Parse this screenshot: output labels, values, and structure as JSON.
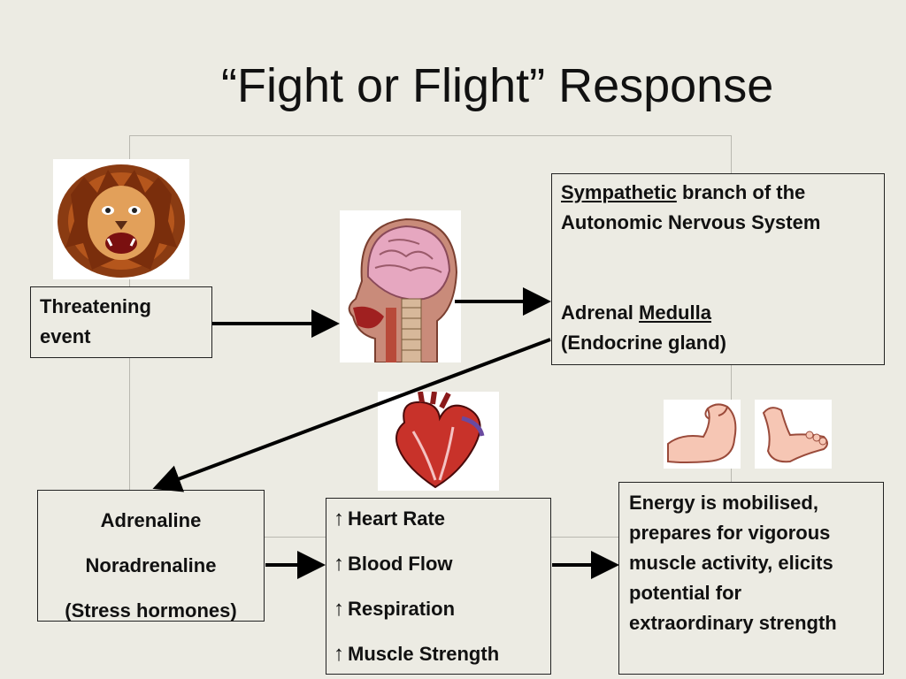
{
  "title": "“Fight or Flight” Response",
  "threat_box": {
    "line1": "Threatening",
    "line2": "event"
  },
  "nervous_box": {
    "sympathetic": "Sympathetic",
    "sympathetic_rest": " branch of the",
    "ans": "Autonomic Nervous System",
    "adrenal": "Adrenal ",
    "medulla": "Medulla",
    "endocrine": "(Endocrine gland)"
  },
  "hormones_box": {
    "line1": "Adrenaline",
    "line2": "Noradrenaline",
    "line3": "(Stress hormones)"
  },
  "effects_box": {
    "arrow_glyph": "↑",
    "items": [
      "Heart Rate",
      "Blood Flow",
      "Respiration",
      "Muscle Strength"
    ]
  },
  "energy_box": {
    "line1": "Energy is mobilised,",
    "line2": "prepares for vigorous",
    "line3": "muscle activity, elicits",
    "line4": "potential for",
    "line5": "extraordinary strength"
  },
  "icons": {
    "lion": "lion-icon",
    "head": "head-anatomy-icon",
    "heart": "heart-icon",
    "arm": "flexed-arm-icon",
    "foot": "foot-icon"
  },
  "colors": {
    "background": "#ecebe3",
    "box_border": "#222222",
    "arrow": "#000000"
  }
}
